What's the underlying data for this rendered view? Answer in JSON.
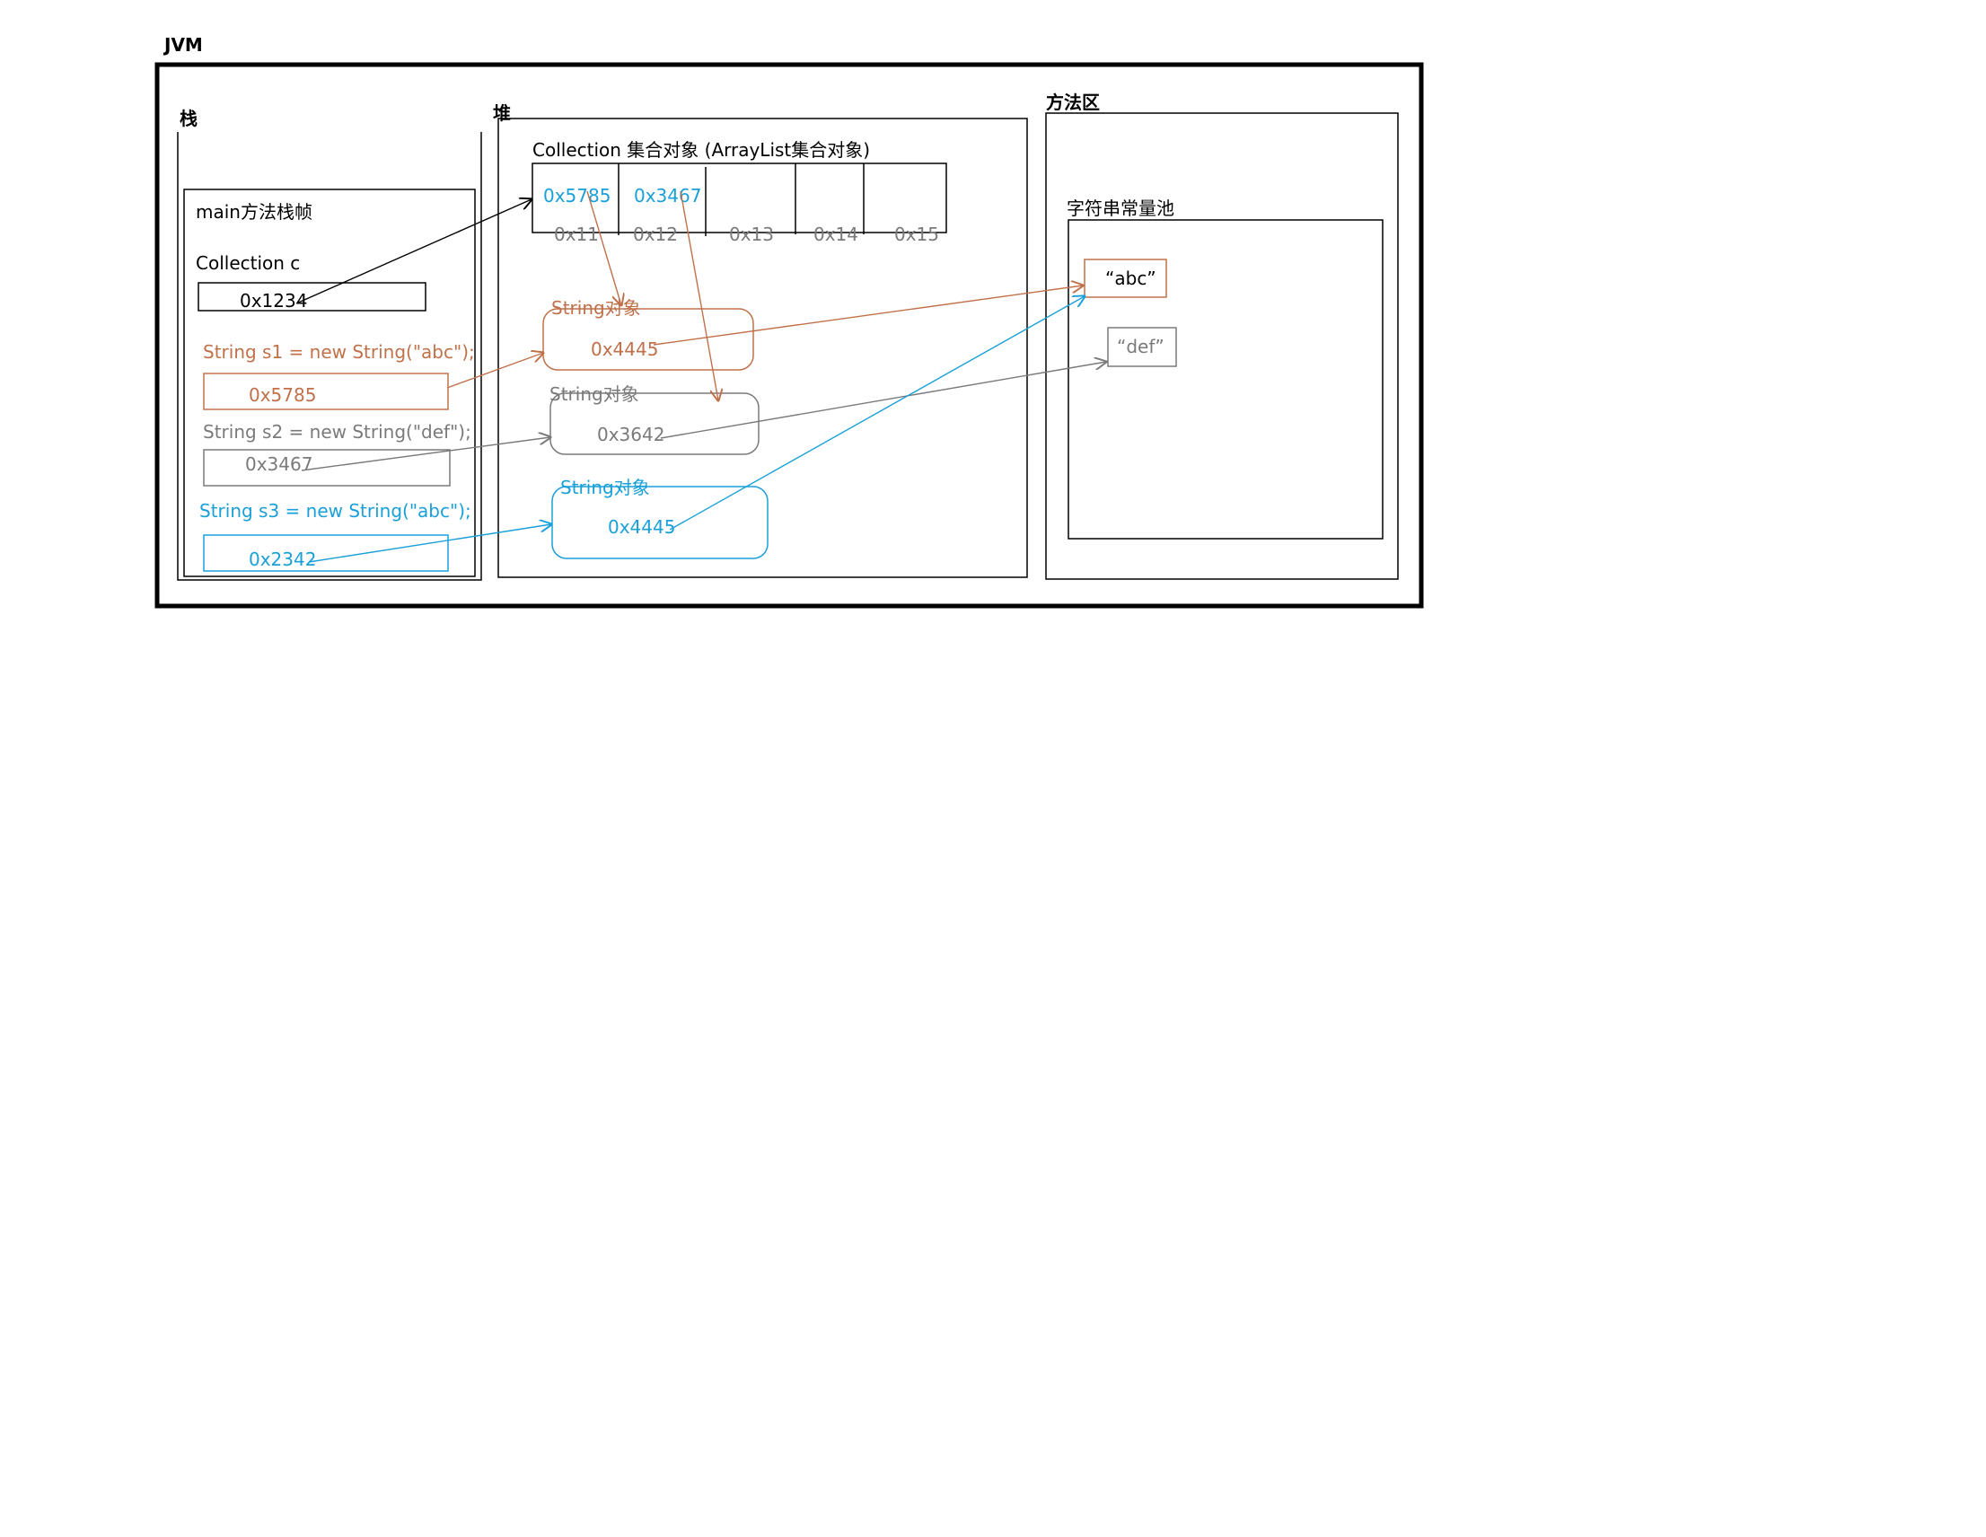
{
  "colors": {
    "black": "#000000",
    "orange": "#c0714a",
    "gray": "#7a7a7a",
    "blue": "#1aa0d8"
  },
  "jvm": {
    "title": "JVM"
  },
  "stack": {
    "title": "栈",
    "frame_title": "main方法栈帧",
    "collection_label": "Collection c",
    "collection_value": "0x1234",
    "s1_decl": "String s1 = new String(\"abc\");",
    "s1_value": "0x5785",
    "s2_decl": "String s2 = new String(\"def\");",
    "s2_value": "0x3467",
    "s3_decl": "String s3 = new String(\"abc\");",
    "s3_value": "0x2342"
  },
  "heap": {
    "title": "堆",
    "collection_title": "Collection 集合对象 (ArrayList集合对象)",
    "cells": [
      {
        "value": "0x5785",
        "address": "0x11"
      },
      {
        "value": "0x3467",
        "address": "0x12"
      },
      {
        "value": "",
        "address": "0x13"
      },
      {
        "value": "",
        "address": "0x14"
      },
      {
        "value": "",
        "address": "0x15"
      }
    ],
    "string_objects": [
      {
        "label": "String对象",
        "value": "0x4445"
      },
      {
        "label": "String对象",
        "value": "0x3642"
      },
      {
        "label": "String对象",
        "value": "0x4445"
      }
    ]
  },
  "method_area": {
    "title": "方法区",
    "pool_title": "字符串常量池",
    "abc_literal": "“abc”",
    "def_literal": "“def”"
  }
}
